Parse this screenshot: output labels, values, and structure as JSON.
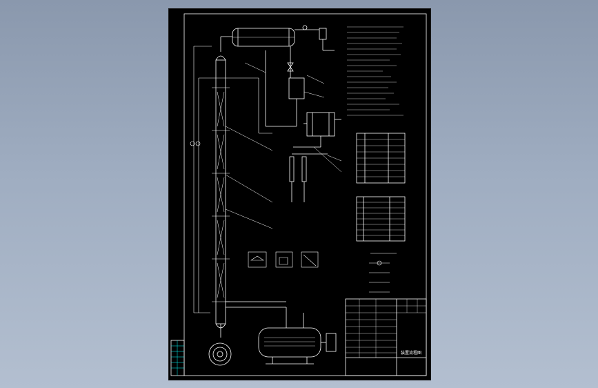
{
  "viewport": {
    "background_top": "#8a98ad",
    "background_bottom": "#b3bfd0"
  },
  "drawing": {
    "line_color": "#ffffff",
    "accent_color": "#00ffff",
    "title_block_label": "装置流程图",
    "icons": [
      "column-tower",
      "overhead-condenser",
      "reflux-drum",
      "reboiler",
      "heat-exchanger",
      "flowmeter",
      "pump"
    ]
  }
}
